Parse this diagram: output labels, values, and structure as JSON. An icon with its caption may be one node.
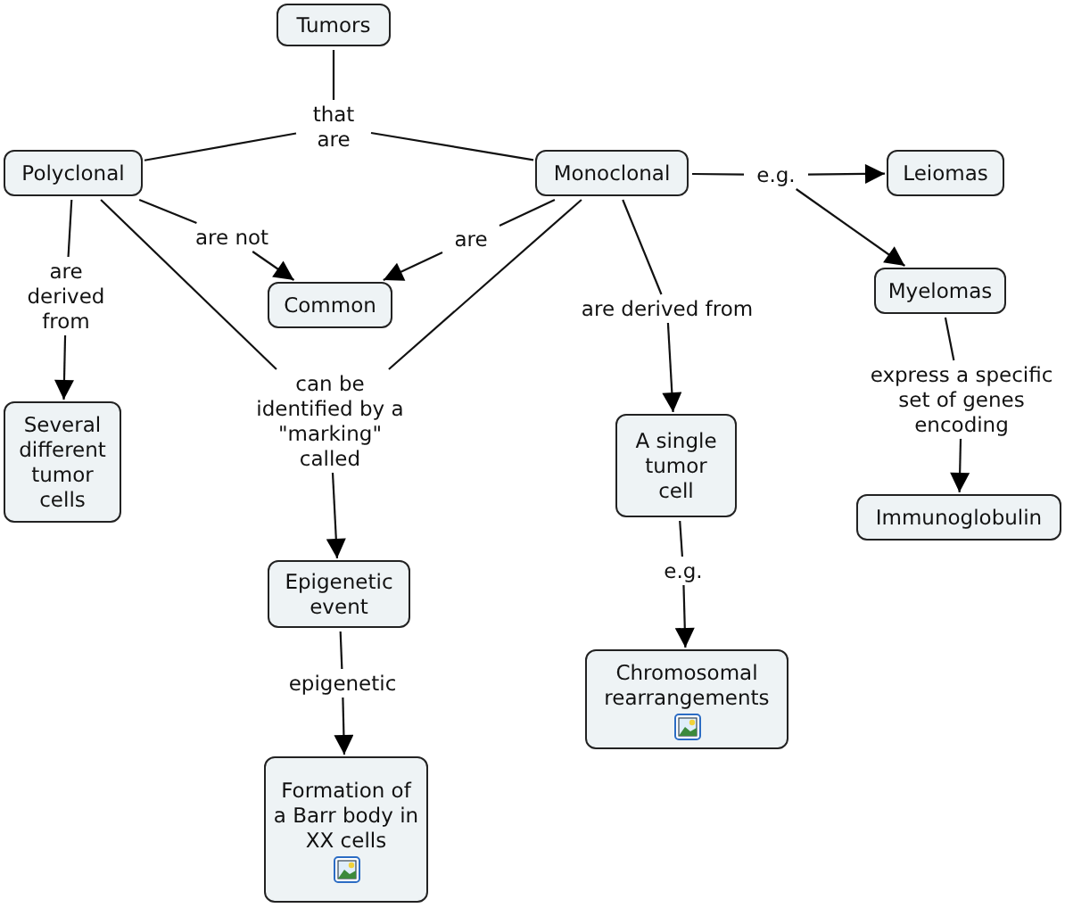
{
  "diagram": {
    "nodes": [
      {
        "text": [
          "Tumors"
        ]
      },
      {
        "text": [
          "that are"
        ]
      },
      {
        "text": [
          "Polyclonal"
        ]
      },
      {
        "text": [
          "Monoclonal"
        ]
      },
      {
        "text": [
          "e.g."
        ]
      },
      {
        "text": [
          "Leiomas"
        ]
      },
      {
        "text": [
          "are not"
        ]
      },
      {
        "text": [
          "are"
        ]
      },
      {
        "text": [
          "Common"
        ]
      },
      {
        "text": [
          "are derived from"
        ]
      },
      {
        "text": [
          "are derived from"
        ]
      },
      {
        "text": [
          "Myelomas"
        ]
      },
      {
        "text": [
          "can be identified by a \"marking\" called"
        ]
      },
      {
        "text": [
          "express a specific set of genes encoding"
        ]
      },
      {
        "text": [
          "Several different tumor cells"
        ]
      },
      {
        "text": [
          "A single tumor cell"
        ]
      },
      {
        "text": [
          "Immunoglobulin"
        ]
      },
      {
        "text": [
          "Epigenetic event"
        ]
      },
      {
        "text": [
          "epigenetic"
        ]
      },
      {
        "text": [
          "Chromosomal rearrangements"
        ]
      },
      {
        "text": [
          "e.g."
        ]
      },
      {
        "text": [
          "Formation of a Barr body in XX cells"
        ]
      }
    ],
    "edges": [
      {
        "from": 0,
        "to": 1,
        "arrow": "none"
      },
      {
        "from": 1,
        "to": 2,
        "arrow": "none"
      },
      {
        "from": 1,
        "to": 3,
        "arrow": "none"
      },
      {
        "from": 3,
        "to": 4,
        "arrow": "none"
      },
      {
        "from": 4,
        "to": 5,
        "arrow": "to"
      },
      {
        "from": 4,
        "to": 11,
        "arrow": "to"
      },
      {
        "from": 2,
        "to": 6,
        "arrow": "none"
      },
      {
        "from": 6,
        "to": 8,
        "arrow": "to"
      },
      {
        "from": 3,
        "to": 7,
        "arrow": "none"
      },
      {
        "from": 7,
        "to": 8,
        "arrow": "to"
      },
      {
        "from": 2,
        "to": 9,
        "arrow": "none"
      },
      {
        "from": 9,
        "to": 14,
        "arrow": "to"
      },
      {
        "from": 3,
        "to": 10,
        "arrow": "none"
      },
      {
        "from": 10,
        "to": 15,
        "arrow": "to"
      },
      {
        "from": 2,
        "to": 12,
        "arrow": "none"
      },
      {
        "from": 3,
        "to": 12,
        "arrow": "none"
      },
      {
        "from": 12,
        "to": 17,
        "arrow": "to"
      },
      {
        "from": 11,
        "to": 13,
        "arrow": "none"
      },
      {
        "from": 13,
        "to": 16,
        "arrow": "to"
      },
      {
        "from": 15,
        "to": 20,
        "arrow": "none"
      },
      {
        "from": 20,
        "to": 19,
        "arrow": "to"
      },
      {
        "from": 17,
        "to": 18,
        "arrow": "none"
      },
      {
        "from": 18,
        "to": 21,
        "arrow": "to"
      }
    ]
  }
}
